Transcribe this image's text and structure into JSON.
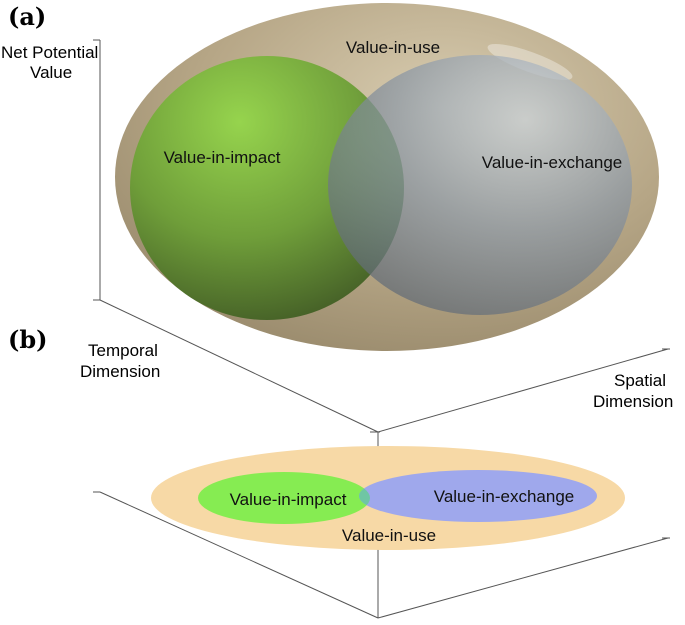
{
  "panels": {
    "a_label": "(a)",
    "b_label": "(b)"
  },
  "axes": {
    "y_label_line1": "Net Potential",
    "y_label_line2": "Value",
    "temporal_line1": "Temporal",
    "temporal_line2": "Dimension",
    "spatial_line1": "Spatial",
    "spatial_line2": "Dimension"
  },
  "diagram_a": {
    "outer": "Value-in-use",
    "left": "Value-in-impact",
    "right": "Value-in-exchange"
  },
  "diagram_b": {
    "outer": "Value-in-use",
    "left": "Value-in-impact",
    "right": "Value-in-exchange"
  },
  "colors": {
    "use_a": "#b3a484",
    "impact_a": "#7ab23a",
    "exchange_a": "#8a96a3",
    "use_b": "#f7d9a6",
    "impact_b": "#86ec52",
    "exchange_b": "#9fa8ec",
    "overlap_b": "#6fc6a4"
  }
}
